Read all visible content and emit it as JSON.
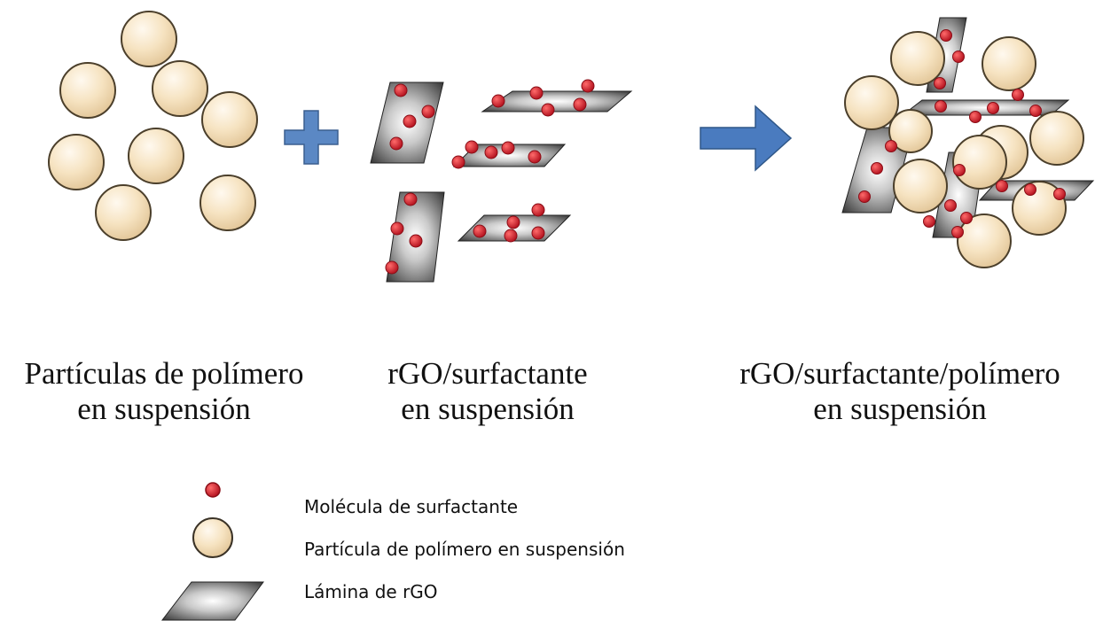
{
  "captions": {
    "polymer": {
      "line1": "Partículas de polímero",
      "line2": "en suspensión"
    },
    "rgo": {
      "line1": "rGO/surfactante",
      "line2": "en suspensión"
    },
    "mix": {
      "line1": "rGO/surfactante/polímero",
      "line2": "en suspensión"
    }
  },
  "legend": {
    "surfactant": "Molécula de surfactante",
    "particle": "Partícula de polímero en suspensión",
    "sheet": "Lámina de rGO"
  },
  "colors": {
    "particle_fill": "#f6e3c1",
    "particle_stroke": "#4b3f2b",
    "surfactant": "#d81e2a",
    "plus": "#5b88c4",
    "arrow": "#4a7bbf",
    "sheet_dark": "#2c2c2c",
    "sheet_light": "#f2f2f2"
  }
}
